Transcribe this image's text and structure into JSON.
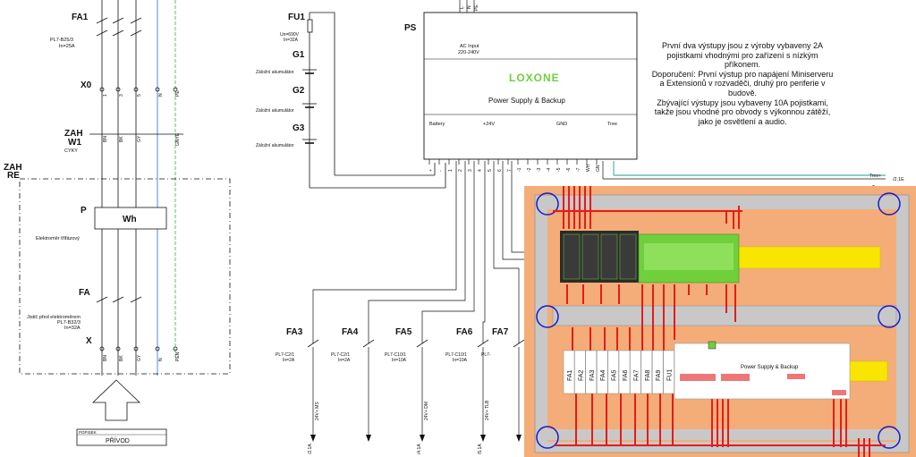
{
  "left_section": {
    "fa1": {
      "name": "FA1",
      "type": "PL7-B25/3",
      "rating": "In=25A"
    },
    "x0": "X0",
    "zah_w1": {
      "top": "ZAH",
      "name": "W1",
      "cable": "CYKY"
    },
    "wire_colors_top": [
      "BN",
      "BK",
      "GY",
      "GNYE"
    ],
    "zah_re": {
      "top": "ZAH",
      "bottom": "RE"
    },
    "meter": {
      "letter": "P",
      "symbol": "Wh",
      "label": "Elektroměr třífázový"
    },
    "fa": {
      "name": "FA",
      "label": "Jistič před elektroměrem",
      "type": "PL7-B32/3",
      "rating": "In=32A"
    },
    "x": "X",
    "wire_colors_bottom": [
      "BN",
      "BK",
      "GY",
      "N",
      "PEN"
    ],
    "terminal_nums": [
      "1",
      "3",
      "5",
      "N",
      "PE"
    ],
    "popisek": {
      "caption": "POPISEK",
      "text": "PŘÍVOD"
    }
  },
  "fuse_fu1": {
    "name": "FU1",
    "spec1": "Un=690V",
    "spec2": "In=32A"
  },
  "batteries": [
    {
      "name": "G1",
      "label": "Záložní akumulátor"
    },
    {
      "name": "G2",
      "label": "Záložní akumulátor"
    },
    {
      "name": "G3",
      "label": "Záložní akumulátor"
    }
  ],
  "ps": {
    "name": "PS",
    "top_terminals": [
      "L",
      "N",
      "PE"
    ],
    "ac_input": "AC Input",
    "ac_voltage": "220-240V",
    "brand": "LOXONE",
    "title": "Power Supply & Backup",
    "bottom_labels": [
      "Battery",
      "+24V",
      "GND",
      "Tree"
    ],
    "bottom_terminals": [
      "+",
      "-",
      "1",
      "2",
      "3",
      "4",
      "5",
      "6",
      "7",
      "-1",
      "-2",
      "-3",
      "-4",
      "-5",
      "-6",
      "-7",
      "WH",
      "GN"
    ]
  },
  "tree_label": "Tree+",
  "tree_ref": "/2.1E",
  "tree_label2": "Tree-",
  "breakers": [
    {
      "name": "FA3",
      "type": "PL7-C2/1",
      "rating": "In=2A",
      "out": "24V+ MS",
      "ref": "/2.1A"
    },
    {
      "name": "FA4",
      "type": "PL7-C2/1",
      "rating": "In=2A",
      "out": "",
      "ref": ""
    },
    {
      "name": "FA5",
      "type": "PL7-C10/1",
      "rating": "In=10A",
      "out": "24V+ DM",
      "ref": "/4.1A"
    },
    {
      "name": "FA6",
      "type": "PL7-C10/1",
      "rating": "In=10A",
      "out": "24V+ TLB",
      "ref": "/5.1A"
    },
    {
      "name": "FA7",
      "type": "PL7-",
      "rating": "",
      "out": "",
      "ref": ""
    }
  ],
  "note_text": "První dva výstupy jsou z výroby vybaveny 2A pojistkami vhodnými pro zařízení s nízkým příkonem.\nDoporučení: První výstup pro napájení Miniserveru a Extensionů v rozvaděči, druhý pro periferie v budově.\nZbývající výstupy jsou vybaveny 10A pojistkami, takže jsou vhodné pro obvody s výkonnou zátěží, jako je osvětlení a audio.",
  "cabinet": {
    "module_labels": [
      "FA1",
      "FA2",
      "FA3",
      "FA4",
      "FA5",
      "FA6",
      "FA7",
      "FA8",
      "FA9",
      "FU1"
    ],
    "ps_title": "Power Supply & Backup"
  },
  "colors": {
    "wire_red": "#e51b1b",
    "panel_orange": "#f4ad78",
    "panel_gray": "#c8c8c8",
    "din_yellow": "#f8e500",
    "hole_blue": "#1a1acc",
    "pe_green": "#2ebd2e",
    "tree_teal": "#1a9e8e",
    "module_green": "#6fcf3c"
  }
}
